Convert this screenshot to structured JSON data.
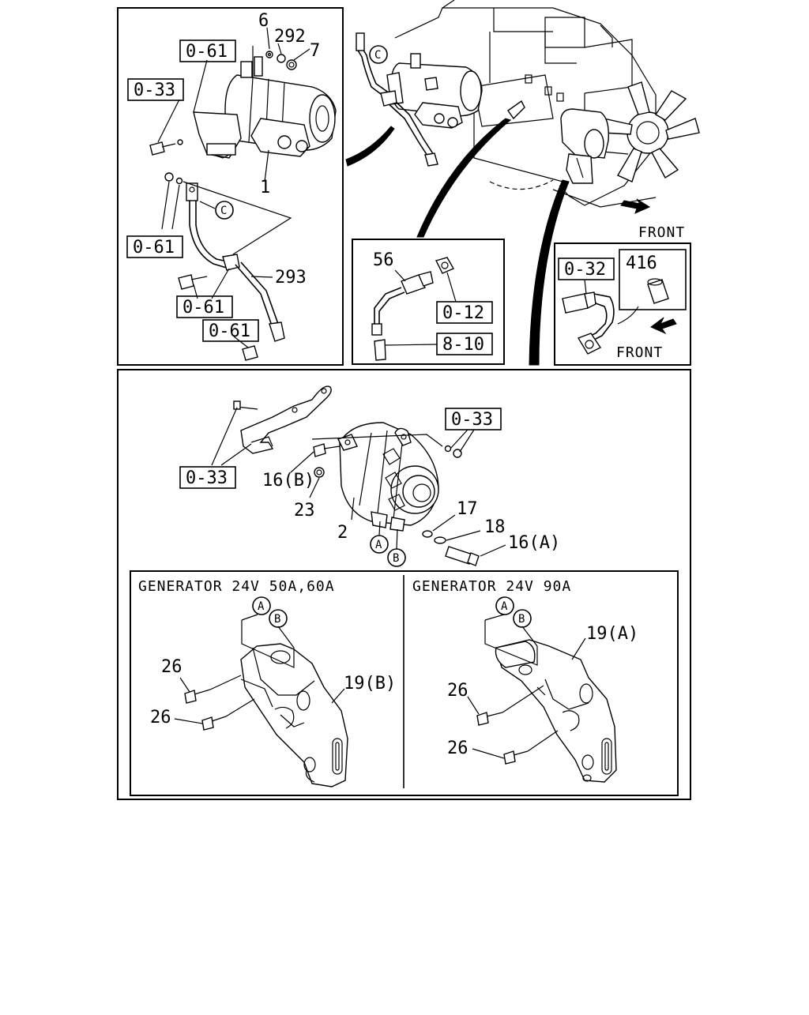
{
  "labels": {
    "l_061_a": "0-61",
    "l_6": "6",
    "l_292": "292",
    "l_7": "7",
    "l_033_a": "0-33",
    "l_1": "1",
    "l_C_a": "C",
    "l_061_b": "0-61",
    "l_293": "293",
    "l_061_c": "0-61",
    "l_061_d": "0-61",
    "l_C_b": "C",
    "l_56": "56",
    "l_012": "0-12",
    "l_810": "8-10",
    "l_front_a": "FRONT",
    "l_032": "0-32",
    "l_416": "416",
    "l_front_b": "FRONT",
    "l_033_b": "0-33",
    "l_033_c": "0-33",
    "l_16b": "16(B)",
    "l_23": "23",
    "l_2": "2",
    "l_17": "17",
    "l_18": "18",
    "l_16a": "16(A)",
    "l_A_a": "A",
    "l_B_a": "B",
    "gen_left_title": "GENERATOR 24V 50A,60A",
    "gen_right_title": "GENERATOR 24V 90A",
    "l_A_b": "A",
    "l_B_b": "B",
    "l_26_a": "26",
    "l_26_b": "26",
    "l_19b": "19(B)",
    "l_A_c": "A",
    "l_B_c": "B",
    "l_19a": "19(A)",
    "l_26_c": "26",
    "l_26_d": "26"
  }
}
